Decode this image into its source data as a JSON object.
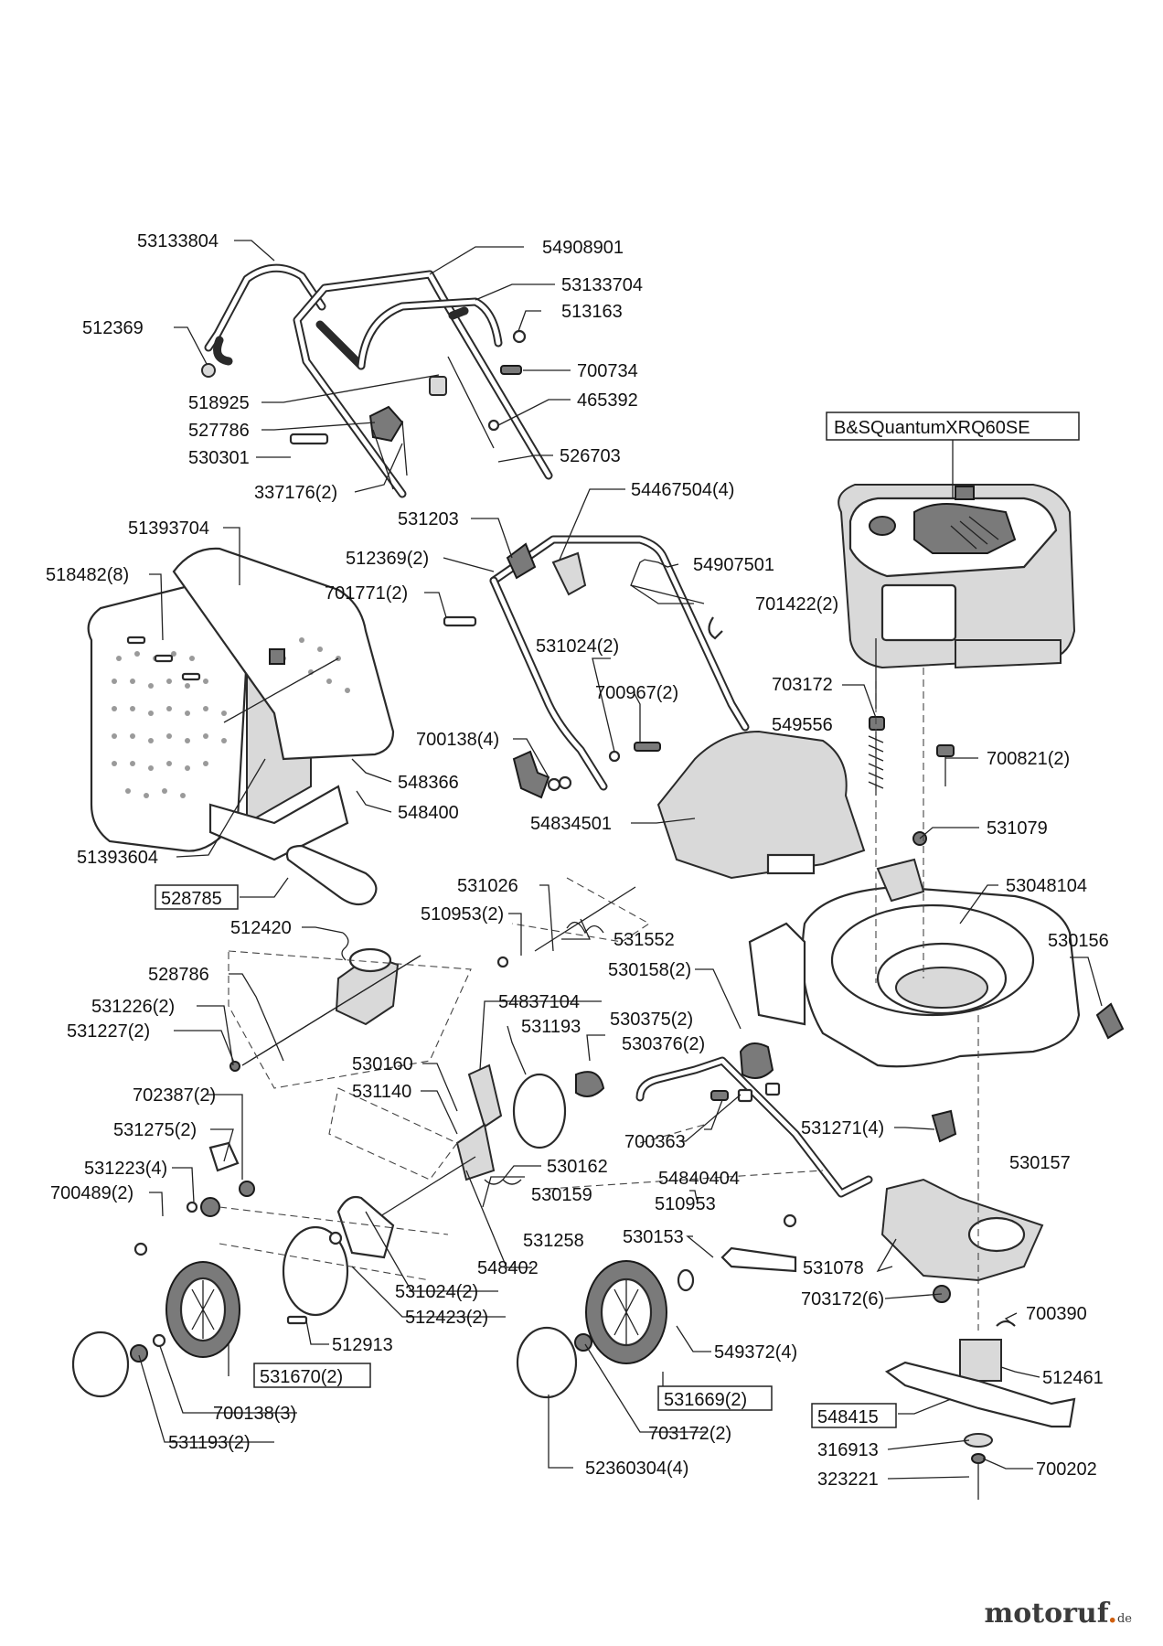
{
  "diagram": {
    "engine_label": "B&SQuantumXRQ60SE",
    "labels": {
      "p53133804": "53133804",
      "p54908901": "54908901",
      "p53133704": "53133704",
      "p512369": "512369",
      "p513163": "513163",
      "p700734": "700734",
      "p518925": "518925",
      "p465392": "465392",
      "p527786": "527786",
      "p530301": "530301",
      "p526703": "526703",
      "p337176_2": "337176(2)",
      "p531203": "531203",
      "p54467504_4": "54467504(4)",
      "p51393704": "51393704",
      "p512369_2": "512369(2)",
      "p54907501": "54907501",
      "p518482_8": "518482(8)",
      "p701771_2": "701771(2)",
      "p701422_2": "701422(2)",
      "p531024_2a": "531024(2)",
      "p703172a": "703172",
      "p700967_2": "700967(2)",
      "p549556": "549556",
      "p700138_4": "700138(4)",
      "p700821_2": "700821(2)",
      "p548366": "548366",
      "p548400": "548400",
      "p531079": "531079",
      "p54834501": "54834501",
      "p51393604": "51393604",
      "p528785": "528785",
      "p531026": "531026",
      "p53048104": "53048104",
      "p510953_2": "510953(2)",
      "p531552": "531552",
      "p512420": "512420",
      "p530156": "530156",
      "p528786": "528786",
      "p530158_2": "530158(2)",
      "p54837104": "54837104",
      "p531226_2": "531226(2)",
      "p531193": "531193",
      "p530375_2": "530375(2)",
      "p531227_2": "531227(2)",
      "p530376_2": "530376(2)",
      "p530160": "530160",
      "p531140": "531140",
      "p702387_2": "702387(2)",
      "p531271_4": "531271(4)",
      "p531275_2": "531275(2)",
      "p700363": "700363",
      "p530157": "530157",
      "p531223_4": "531223(4)",
      "p530162": "530162",
      "p54840404": "54840404",
      "p700489_2": "700489(2)",
      "p530159": "530159",
      "p510953": "510953",
      "p531258": "531258",
      "p530153": "530153",
      "p548402": "548402",
      "p531078": "531078",
      "p531024_2b": "531024(2)",
      "p703172_6": "703172(6)",
      "p512423_2": "512423(2)",
      "p700390": "700390",
      "p512913": "512913",
      "p549372_4": "549372(4)",
      "p512461": "512461",
      "p531670_2": "531670(2)",
      "p531669_2": "531669(2)",
      "p548415": "548415",
      "p700138_3": "700138(3)",
      "p703172_2": "703172(2)",
      "p316913": "316913",
      "p700202": "700202",
      "p531193_2": "531193(2)",
      "p52360304_4": "52360304(4)",
      "p323221": "323221"
    }
  },
  "watermark": {
    "name": "motoruf",
    "dot": ".",
    "tld": "de"
  }
}
